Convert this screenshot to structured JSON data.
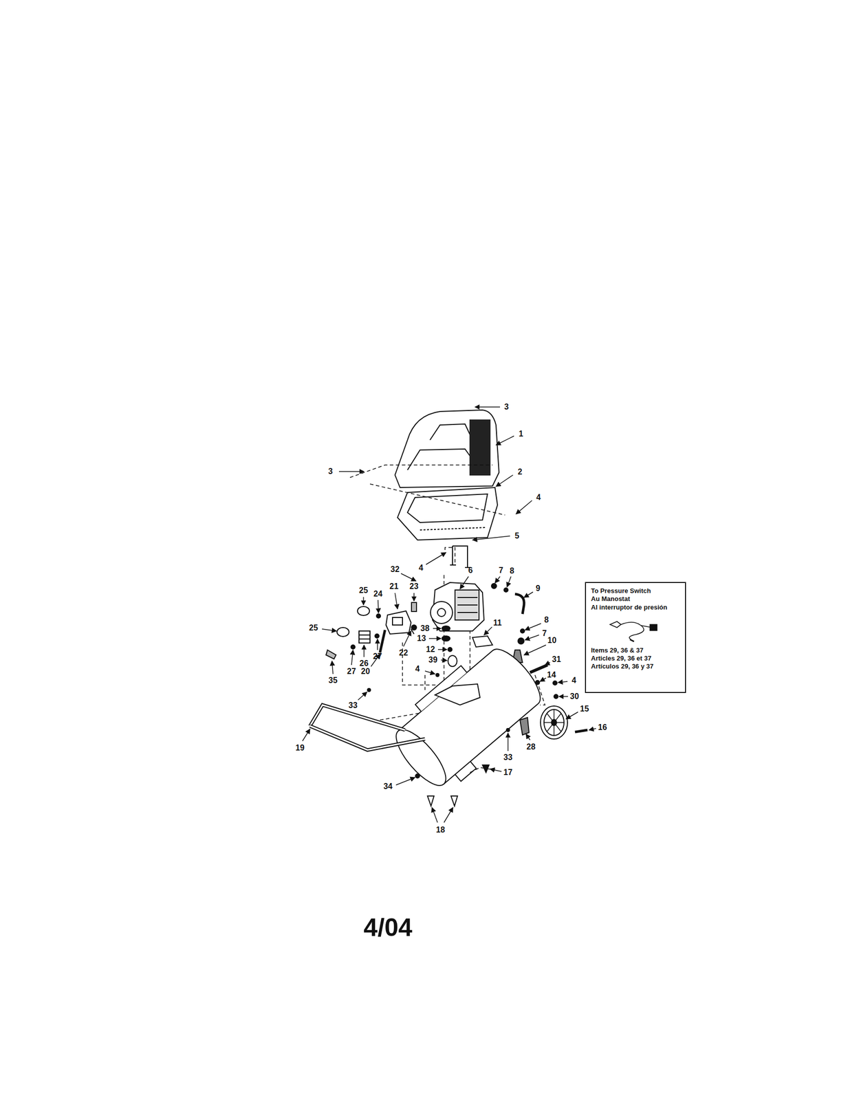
{
  "diagram": {
    "nodes": [
      {
        "text": [
          "To Pressure Switch",
          "Au Manostat",
          "Al interruptor de presión",
          "Items 29, 36 & 37",
          "Articles 29, 36 et 37",
          "Artículos 29, 36 y 37"
        ]
      }
    ],
    "labels": [
      "3",
      "1",
      "3",
      "2",
      "4",
      "5",
      "32",
      "4",
      "6",
      "7",
      "8",
      "9",
      "25",
      "24",
      "21",
      "23",
      "8",
      "25",
      "38",
      "13",
      "11",
      "7",
      "10",
      "12",
      "39",
      "31",
      "22",
      "27",
      "26",
      "4",
      "20",
      "27",
      "14",
      "4",
      "35",
      "30",
      "33",
      "15",
      "16",
      "19",
      "33",
      "28",
      "17",
      "34",
      "18",
      "4/04"
    ]
  }
}
